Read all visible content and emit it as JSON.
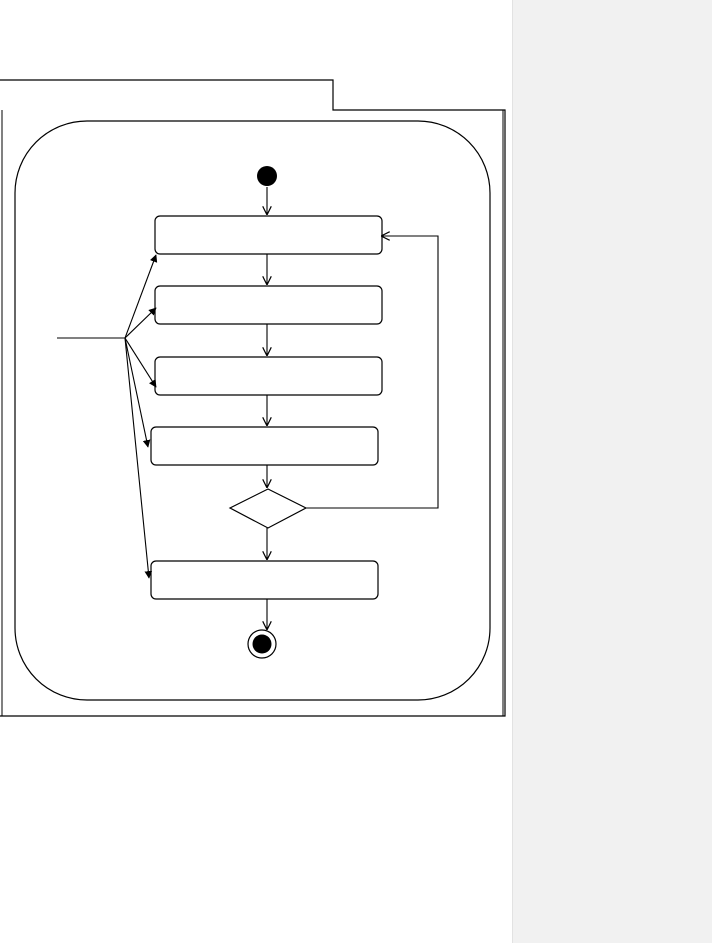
{
  "document": {
    "background": "#ffffff"
  },
  "comment_pane": {
    "background": "#f1f1f1",
    "heading": ""
  },
  "diagram": {
    "frame_label": "",
    "actions": [
      {
        "id": "action-1",
        "label": ""
      },
      {
        "id": "action-2",
        "label": ""
      },
      {
        "id": "action-3",
        "label": ""
      },
      {
        "id": "action-4",
        "label": ""
      },
      {
        "id": "action-5",
        "label": ""
      }
    ],
    "decision": {
      "label": ""
    },
    "external_input_label": ""
  }
}
